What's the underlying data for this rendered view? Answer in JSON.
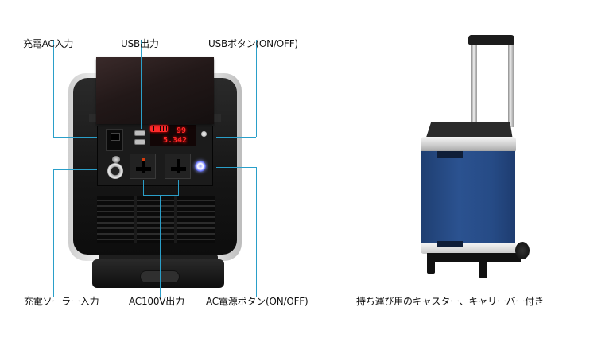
{
  "labels": {
    "ac_input": "充電AC入力",
    "usb_output": "USB出力",
    "usb_button": "USBボタン(ON/OFF)",
    "solar_input": "充電ソーラー入力",
    "ac100v_output": "AC100V出力",
    "ac_power_button": "AC電源ボタン(ON/OFF)",
    "trolley_caption": "持ち運び用のキャスター、キャリーバー付き"
  },
  "display": {
    "percent": "99",
    "voltage": "5.342"
  },
  "colors": {
    "callout_line": "#2a9fc9",
    "lcd_red": "#ff2a2a",
    "trolley_blue": "#2b5290"
  }
}
